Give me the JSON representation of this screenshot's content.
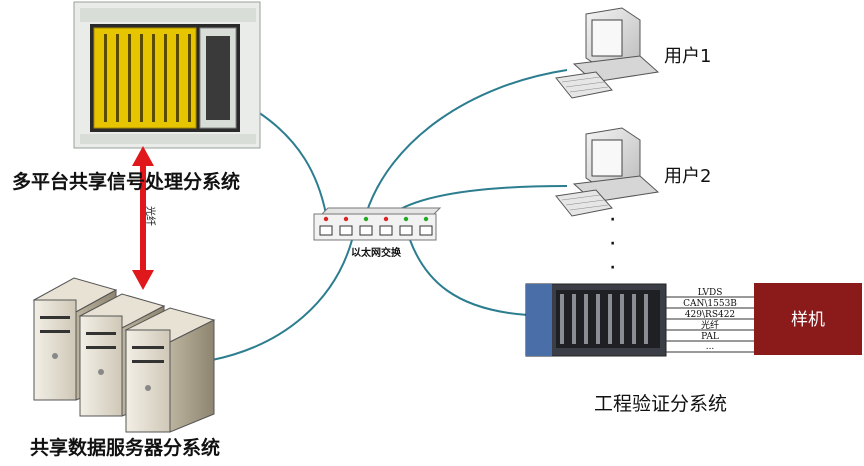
{
  "labels": {
    "signal_system": "多平台共享信号处理分系统",
    "data_server_system": "共享数据服务器分系统",
    "ethernet_switch": "以太网交换",
    "user1": "用户1",
    "user2": "用户2",
    "engineering_system": "工程验证分系统",
    "prototype": "样机",
    "fiber_vertical": "光纤"
  },
  "interfaces": [
    "LVDS",
    "CAN\\1553B",
    "429\\RS422",
    "光纤",
    "PAL",
    "..."
  ],
  "ellipsis": [
    "·",
    "·",
    "·"
  ],
  "colors": {
    "cable": "#2c7d8f",
    "fiber_arrow": "#e0181c",
    "prototype_box": "#8b1a1a",
    "rack_yellow": "#e7c400"
  }
}
